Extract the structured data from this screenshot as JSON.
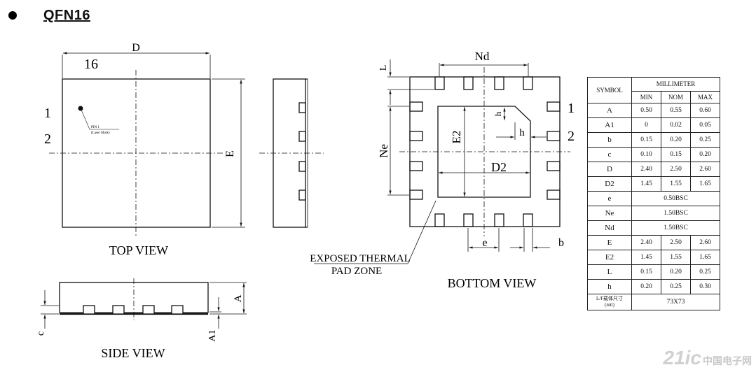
{
  "header": {
    "title": "QFN16"
  },
  "top_view": {
    "caption": "TOP VIEW",
    "dim_D": "D",
    "dim_E": "E",
    "pin_count": "16",
    "pin_label_1": "1",
    "pin_label_2": "2",
    "pin1_note_line1": "PIN 1",
    "pin1_note_line2": "(Laser Mark)"
  },
  "side_view": {
    "caption": "SIDE VIEW",
    "dim_A": "A",
    "dim_A1": "A1",
    "dim_c": "c"
  },
  "bottom_view": {
    "caption": "BOTTOM VIEW",
    "dim_Nd": "Nd",
    "dim_Ne": "Ne",
    "dim_L": "L",
    "dim_E2": "E2",
    "dim_D2": "D2",
    "dim_h1": "h",
    "dim_h2": "h",
    "dim_e": "e",
    "dim_b": "b",
    "pin_label_1": "1",
    "pin_label_2": "2",
    "exposed_pad_line1": "EXPOSED THERMAL",
    "exposed_pad_line2": "PAD ZONE"
  },
  "spec_table": {
    "symbol_header": "SYMBOL",
    "unit_header": "MILLIMETER",
    "min_header": "MIN",
    "nom_header": "NOM",
    "max_header": "MAX",
    "rows": [
      {
        "symbol": "A",
        "min": "0.50",
        "nom": "0.55",
        "max": "0.60"
      },
      {
        "symbol": "A1",
        "min": "0",
        "nom": "0.02",
        "max": "0.05"
      },
      {
        "symbol": "b",
        "min": "0.15",
        "nom": "0.20",
        "max": "0.25"
      },
      {
        "symbol": "c",
        "min": "0.10",
        "nom": "0.15",
        "max": "0.20"
      },
      {
        "symbol": "D",
        "min": "2.40",
        "nom": "2.50",
        "max": "2.60"
      },
      {
        "symbol": "D2",
        "min": "1.45",
        "nom": "1.55",
        "max": "1.65"
      },
      {
        "symbol": "e",
        "span": "0.50BSC"
      },
      {
        "symbol": "Ne",
        "span": "1.50BSC"
      },
      {
        "symbol": "Nd",
        "span": "1.50BSC"
      },
      {
        "symbol": "E",
        "min": "2.40",
        "nom": "2.50",
        "max": "2.60"
      },
      {
        "symbol": "E2",
        "min": "1.45",
        "nom": "1.55",
        "max": "1.65"
      },
      {
        "symbol": "L",
        "min": "0.15",
        "nom": "0.20",
        "max": "0.25"
      },
      {
        "symbol": "h",
        "min": "0.20",
        "nom": "0.25",
        "max": "0.30"
      }
    ],
    "last_row_symbol_line1": "L/F载体尺寸",
    "last_row_symbol_line2": "(mil)",
    "last_row_value": "73X73"
  },
  "watermark": {
    "text": "21ic",
    "subtext": "中国电子网"
  }
}
